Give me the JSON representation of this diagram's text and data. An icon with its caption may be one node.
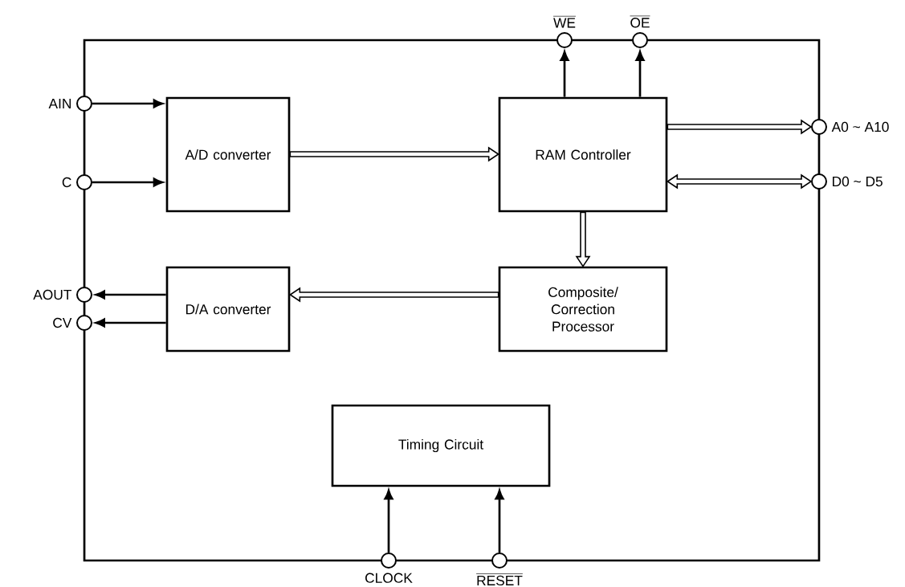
{
  "diagram": {
    "nodes": [
      {
        "text": [],
        "shape": "box"
      },
      {
        "text": [],
        "shape": "circle",
        "beside": [
          "\\overline{\\text{WE}}"
        ]
      },
      {
        "text": [],
        "shape": "circle",
        "beside": [
          "\\overline{\\text{OE}}"
        ]
      },
      {
        "text": [],
        "shape": "circle",
        "beside": [
          "AIN"
        ]
      },
      {
        "text": [
          "A/D converter"
        ],
        "in": 0
      },
      {
        "text": [
          "RAM Controller"
        ],
        "in": 0
      },
      {
        "text": [],
        "shape": "circle",
        "beside": [
          "A0 ~ A10"
        ]
      },
      {
        "text": [],
        "shape": "circle",
        "beside": [
          "C"
        ]
      },
      {
        "text": [],
        "shape": "circle",
        "beside": [
          "D0 ~ D5"
        ]
      },
      {
        "text": [],
        "shape": "circle",
        "beside": [
          "AOUT"
        ]
      },
      {
        "text": [
          "D/A converter"
        ],
        "in": 0
      },
      {
        "text": [
          "Composite/ Correction Processor"
        ],
        "in": 0
      },
      {
        "text": [],
        "shape": "circle",
        "beside": [
          "CV"
        ]
      },
      {
        "text": [
          "Timing Circuit"
        ],
        "in": 0
      },
      {
        "text": [],
        "shape": "circle",
        "beside": [
          "CLOCK"
        ]
      },
      {
        "text": [],
        "shape": "circle",
        "beside": [
          "\\overline{\\text{RESET}}"
        ]
      }
    ],
    "edges": [
      {
        "from": 3,
        "to": 4,
        "arrow": "to"
      },
      {
        "from": 7,
        "to": 4,
        "arrow": "to"
      },
      {
        "from": 4,
        "to": 5,
        "arrow": "to",
        "style": "thick"
      },
      {
        "from": 5,
        "to": 1,
        "arrow": "to"
      },
      {
        "from": 5,
        "to": 2,
        "arrow": "to"
      },
      {
        "from": 5,
        "to": 6,
        "arrow": "to",
        "style": "thick"
      },
      {
        "from": 5,
        "to": 8,
        "arrow": "both",
        "style": "thick"
      },
      {
        "from": 5,
        "to": 11,
        "arrow": "to",
        "style": "thick"
      },
      {
        "from": 11,
        "to": 10,
        "arrow": "to",
        "style": "thick"
      },
      {
        "from": 10,
        "to": 9,
        "arrow": "to"
      },
      {
        "from": 10,
        "to": 12,
        "arrow": "to"
      },
      {
        "from": 14,
        "to": 13,
        "arrow": "to"
      },
      {
        "from": 15,
        "to": 13,
        "arrow": "to"
      }
    ]
  }
}
